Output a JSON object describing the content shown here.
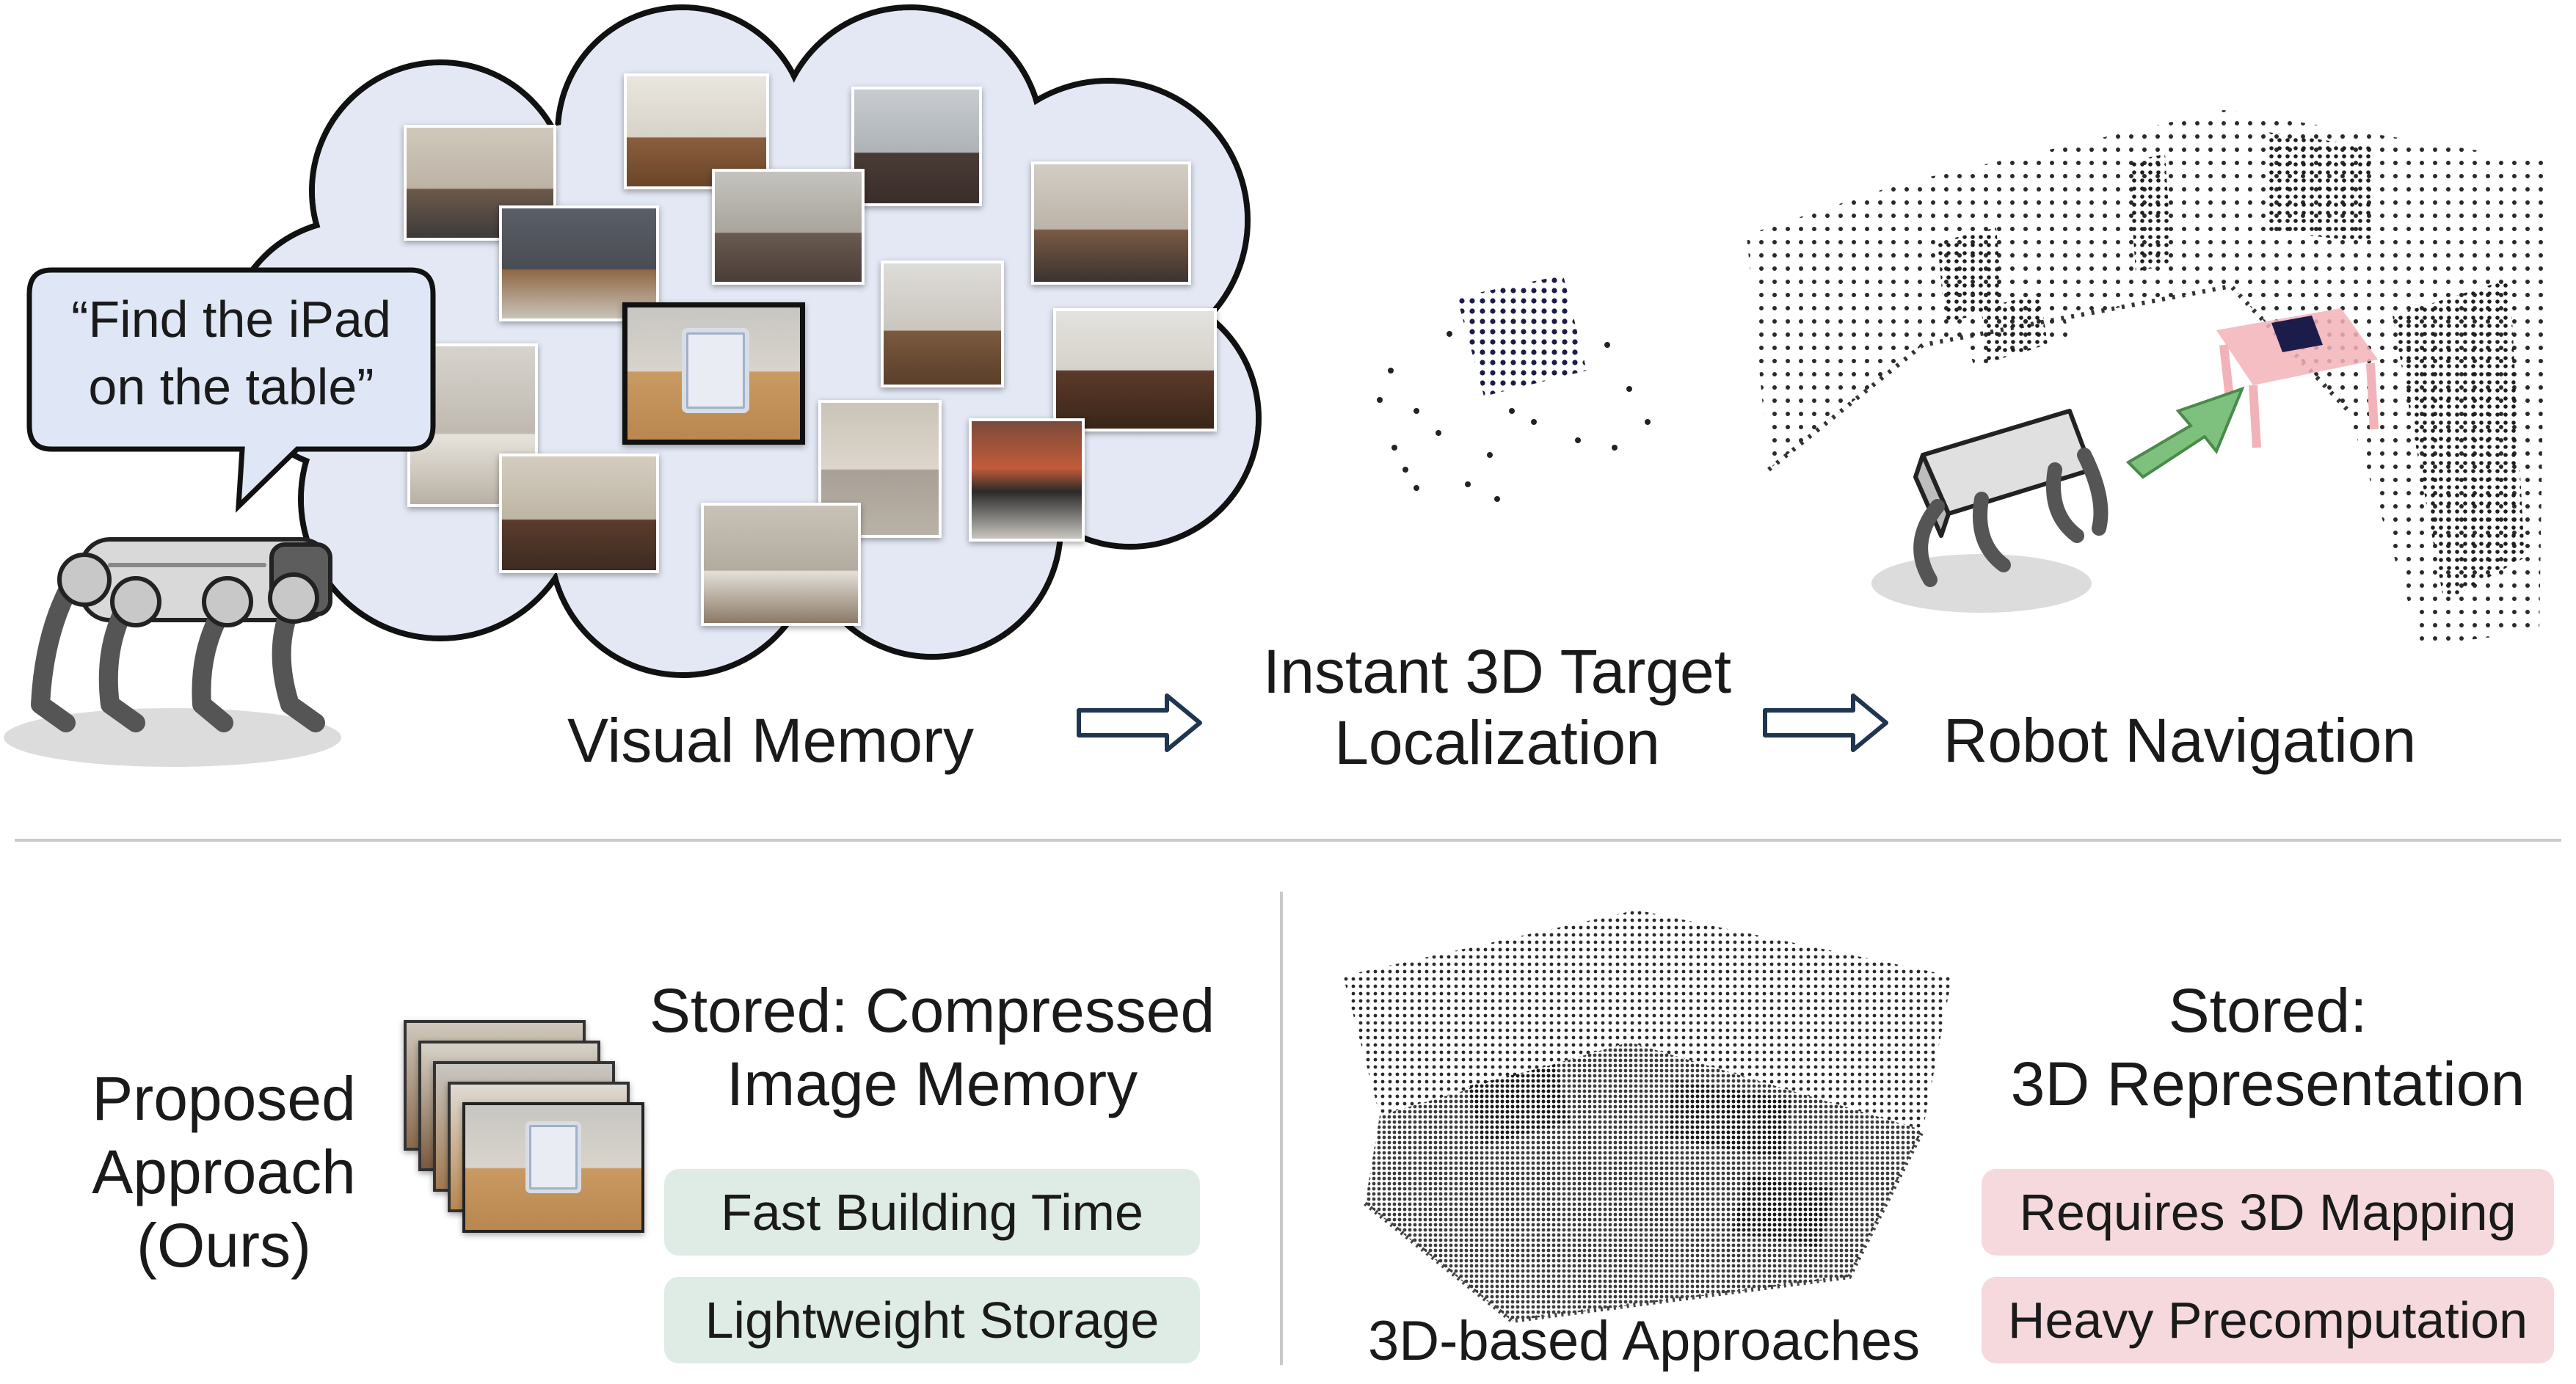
{
  "speech_bubble": {
    "line1": "“Find the iPad",
    "line2": "on the table”"
  },
  "pipeline": {
    "memory_label": "Visual Memory",
    "localization_line1": "Instant 3D Target",
    "localization_line2": "Localization",
    "navigation_label": "Robot Navigation"
  },
  "proposed": {
    "title_line1": "Proposed",
    "title_line2": "Approach",
    "title_line3": "(Ours)",
    "stored_line1": "Stored: Compressed",
    "stored_line2": "Image Memory",
    "pill_1": "Fast Building Time",
    "pill_2": "Lightweight Storage"
  },
  "baseline": {
    "caption": "3D-based Approaches",
    "stored_line1": "Stored:",
    "stored_line2": "3D Representation",
    "pill_1": "Requires 3D Mapping",
    "pill_2": "Heavy Precomputation"
  },
  "colors": {
    "cloud_fill": "#e3e8f4",
    "pill_green": "#dfece5",
    "pill_red": "#f5d9dc",
    "arrow_green": "#7ec07e",
    "table_pink": "#f2b3b8",
    "target_points": "#1c1c4a"
  }
}
